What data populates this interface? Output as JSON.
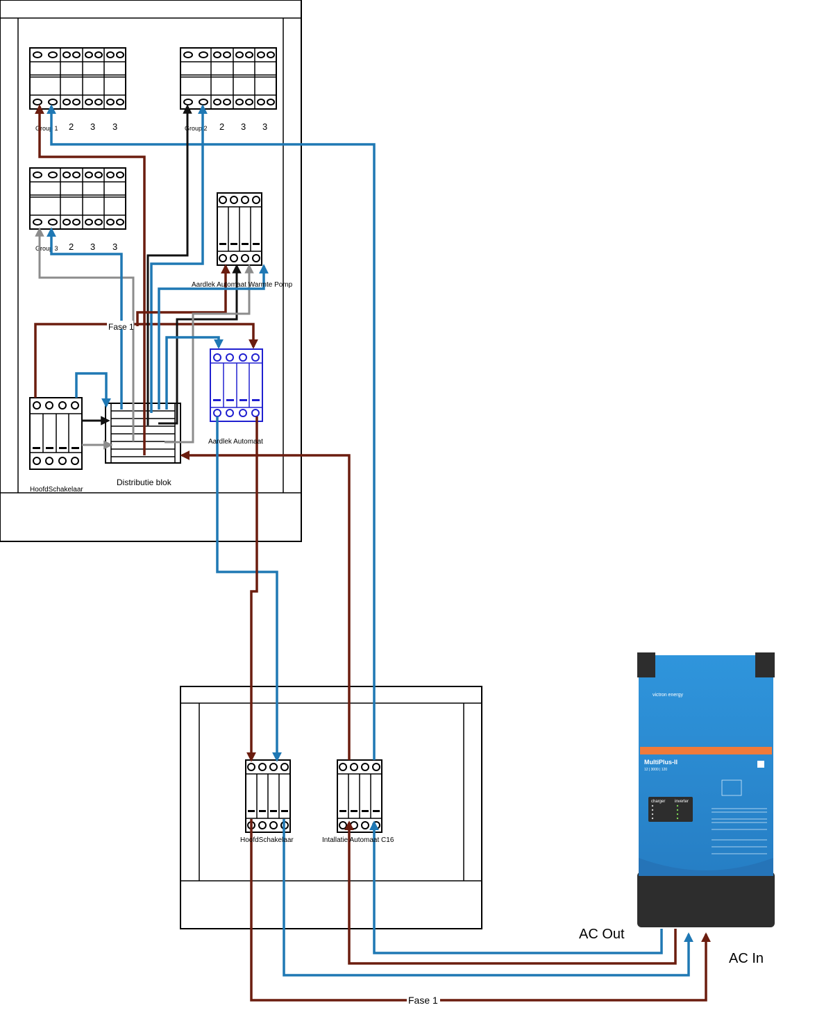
{
  "colors": {
    "phase": "#6b1d0f",
    "neutral": "#1f78b4",
    "black": "#111111",
    "gray": "#8c8c8c",
    "rcd_blue": "#2020d0",
    "inverter_blue": "#2b8fd6",
    "inverter_orange": "#f07a3a",
    "inverter_dark": "#2d2d2d"
  },
  "panel_main": {
    "group_rows": [
      {
        "group_label": "Group 1",
        "breaker_labels": [
          "2",
          "3",
          "3"
        ]
      },
      {
        "group_label": "Group 2",
        "breaker_labels": [
          "2",
          "3",
          "3"
        ]
      },
      {
        "group_label": "Group 3",
        "breaker_labels": [
          "2",
          "3",
          "3"
        ]
      }
    ],
    "rcd_heatpump_label": "Aardlek Automaat Warmte Pomp",
    "rcd_label": "Aardlek Automaat",
    "main_switch_label": "HoofdSchakelaar",
    "distribution_label": "Distributie blok",
    "phase_label": "Fase 1"
  },
  "panel_sub": {
    "main_switch_label": "HoofdSchakelaar",
    "breaker_label": "Intallatie Automaat C16"
  },
  "inverter": {
    "brand": "victron energy",
    "model": "MultiPlus-II",
    "spec": "12 | 3000 | 120",
    "panel_left_title": "charger",
    "panel_right_title": "inverter",
    "ac_out_label": "AC Out",
    "ac_in_label": "AC In"
  },
  "bottom_phase_label": "Fase 1"
}
